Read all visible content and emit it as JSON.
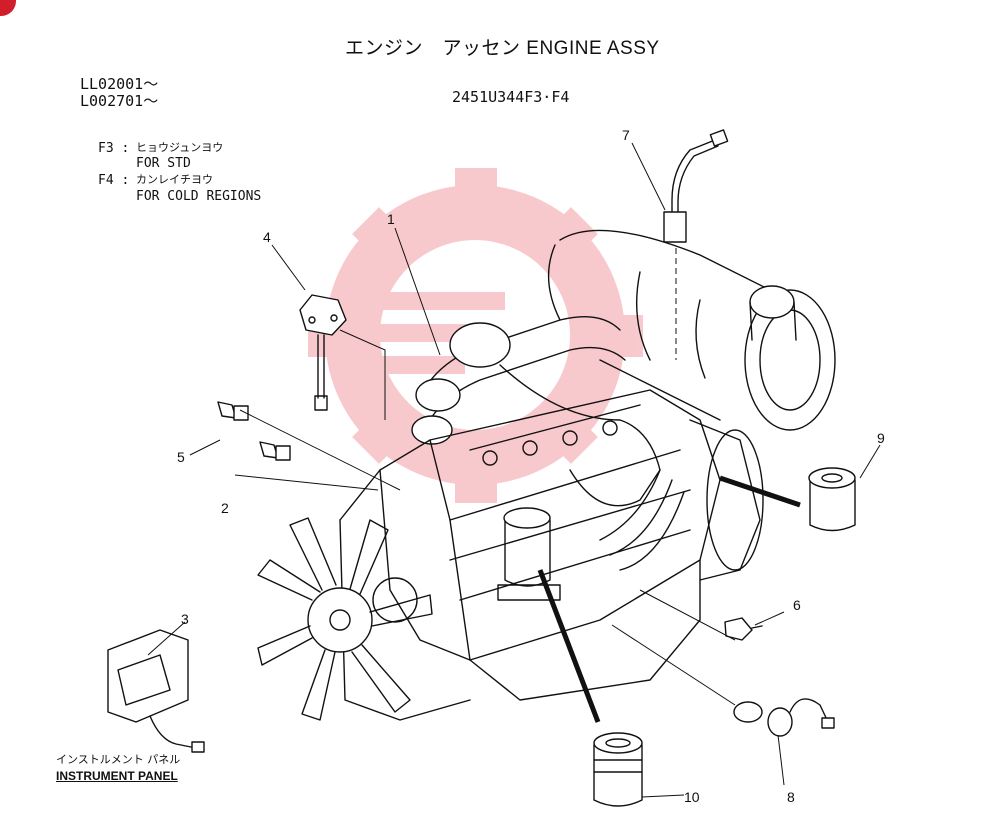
{
  "header": {
    "title": "エンジン　アッセン ENGINE ASSY",
    "serials": [
      "LL02001～",
      "L002701～"
    ],
    "part_number": "2451U344F3·F4"
  },
  "notes": [
    {
      "code": "F3 :",
      "jp": "ヒョウジュンヨウ",
      "en": "FOR STD"
    },
    {
      "code": "F4 :",
      "jp": "カンレイチヨウ",
      "en": "FOR COLD REGIONS"
    }
  ],
  "callouts": [
    "1",
    "2",
    "3",
    "4",
    "5",
    "6",
    "7",
    "8",
    "9",
    "10"
  ],
  "instrument_panel": {
    "jp": "インストルメント パネル",
    "en": "INSTRUMENT PANEL"
  },
  "colors": {
    "line": "#111111",
    "watermark": "#e8424c",
    "badge": "#d21e2b"
  },
  "icons": {
    "watermark": "gear-logo-watermark"
  }
}
